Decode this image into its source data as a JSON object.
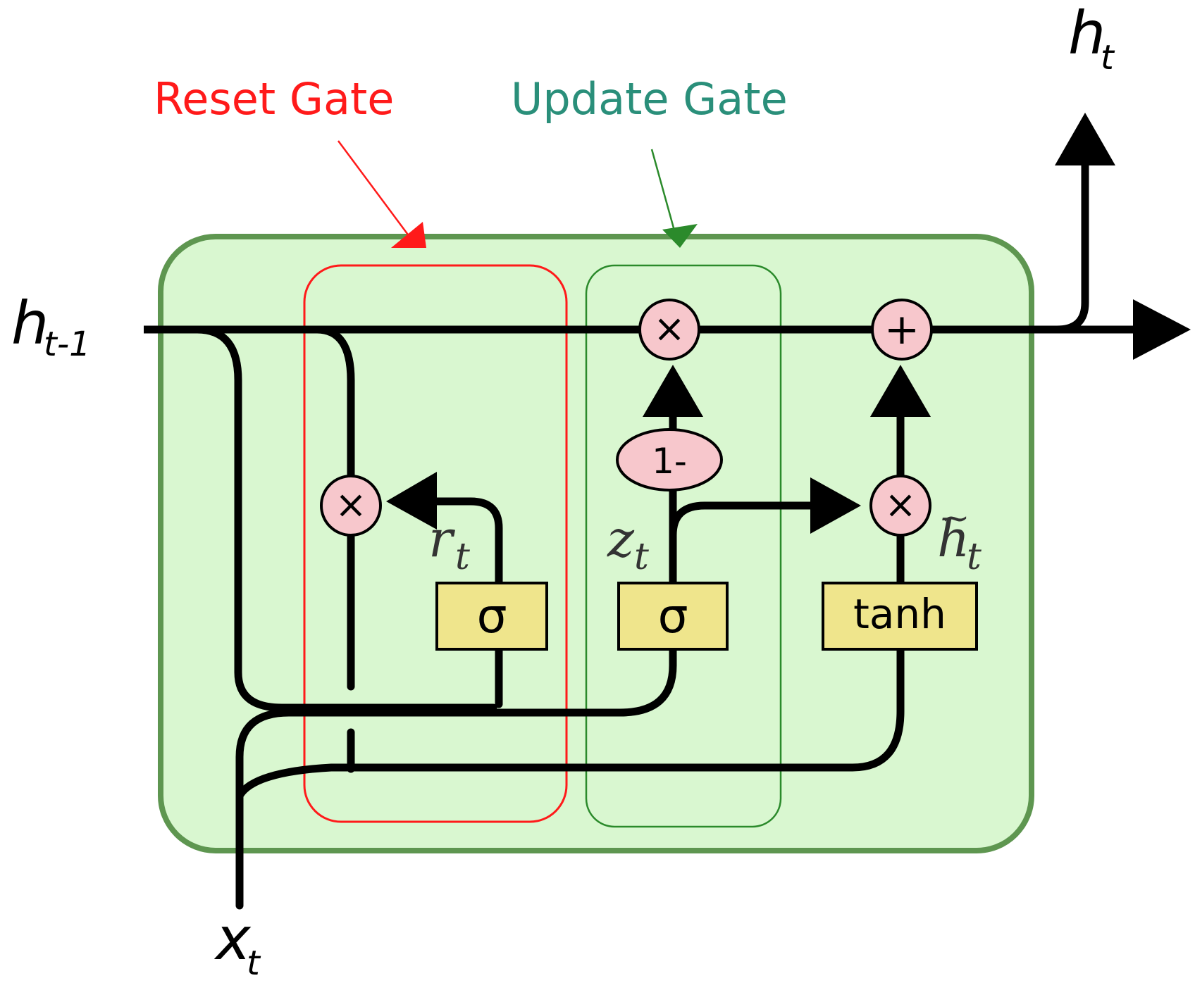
{
  "labels": {
    "reset_gate": "Reset Gate",
    "update_gate": "Update Gate",
    "h_prev": "h",
    "h_prev_sub": "t-1",
    "h_out": "h",
    "h_out_sub": "t",
    "x_in": "x",
    "x_in_sub": "t",
    "r": "r",
    "r_sub": "t",
    "z": "z",
    "z_sub": "t",
    "h_tilde": "h",
    "h_tilde_sub": "t",
    "tilde": "~"
  },
  "operators": {
    "multiply": "×",
    "add": "+",
    "one_minus": "1-"
  },
  "activations": {
    "sigma_reset": "σ",
    "sigma_update": "σ",
    "tanh": "tanh"
  },
  "colors": {
    "cell_fill": "#d9f7d0",
    "cell_stroke": "#5e9650",
    "reset": "#ff1a1a",
    "update": "#2b8a2b",
    "update_label": "#2a8f7a",
    "op_fill": "#f7c7cc",
    "act_fill": "#efe58c",
    "line": "#000000"
  }
}
